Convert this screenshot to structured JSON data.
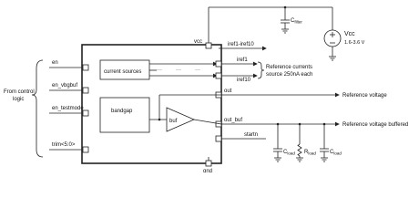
{
  "title": "",
  "left_label": [
    "From control",
    "logic"
  ],
  "inputs": {
    "en": "en",
    "en_vbgbuf": "en_vbgbuf",
    "en_testmode": "en_testmode",
    "trim": "trim<5:0>"
  },
  "blocks": {
    "current_sources": "current sources",
    "bandgap": "bandgap",
    "buf": "buf",
    "dots": "···"
  },
  "pins": {
    "vcc": "vcc",
    "gnd": "gnd",
    "iref_bus": "iref1-iref10",
    "iref1": "iref1",
    "iref10": "iref10",
    "out": "out",
    "out_buf": "out_buf",
    "startn": "startn"
  },
  "annotations": {
    "ref_currents": [
      "Reference currents",
      "source 250nA each"
    ],
    "ref_voltage": "Reference voltage",
    "ref_voltage_buffered": "Reference voltage buffered"
  },
  "supply": {
    "cfilter_base": "C",
    "cfilter_sub": "filter",
    "vcc_name": "Vcc",
    "vcc_range": "1.6-3.6 V"
  },
  "loads": {
    "cload1_base": "C",
    "cload1_sub": "load",
    "rload_base": "R",
    "rload_sub": "load",
    "cload2_base": "C",
    "cload2_sub": "load"
  }
}
